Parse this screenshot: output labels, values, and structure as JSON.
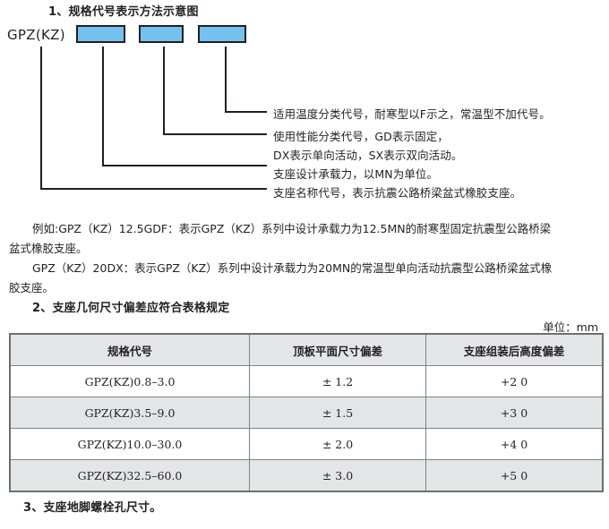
{
  "sections": {
    "s1_heading": "1、规格代号表示方法示意图",
    "s2_heading": "2、支座几何尺寸偏差应符合表格规定",
    "s3_heading": "3、支座地脚螺栓孔尺寸。"
  },
  "diagram": {
    "code_label": "GPZ(KZ)",
    "slots": [
      {
        "name": "slot-capacity"
      },
      {
        "name": "slot-performance"
      },
      {
        "name": "slot-temperature"
      }
    ],
    "annotations": [
      "适用温度分类代号，耐寒型以F示之，常温型不加代号。",
      "使用性能分类代号，GD表示固定，",
      "DX表示单向活动，SX表示双向活动。",
      "支座设计承载力，以MN为单位。",
      "支座名称代号，表示抗震公路桥梁盆式橡胶支座。"
    ]
  },
  "examples": {
    "line1": "例如:GPZ（KZ）12.5GDF：表示GPZ（KZ）系列中设计承载力为12.5MN的耐寒型固定抗震型公路桥梁",
    "line2": "盆式橡胶支座。",
    "line3": "GPZ（KZ）20DX：表示GPZ（KZ）系列中设计承载力为20MN的常温型单向活动抗震型公路桥梁盆式橡",
    "line4": "胶支座。"
  },
  "table": {
    "unit_label": "单位：mm",
    "headers": [
      "规格代号",
      "顶板平面尺寸偏差",
      "支座组装后高度偏差"
    ],
    "rows": [
      [
        "GPZ(KZ)0.8–3.0",
        "± 1.2",
        "+2 0"
      ],
      [
        "GPZ(KZ)3.5–9.0",
        "± 1.5",
        "+3 0"
      ],
      [
        "GPZ(KZ)10.0–30.0",
        "± 2.0",
        "+4 0"
      ],
      [
        "GPZ(KZ)32.5–60.0",
        "± 3.0",
        "+5 0"
      ]
    ]
  },
  "colors": {
    "slot_fill": "#74c1ee",
    "line": "#231f20",
    "table_header_bg": "#e4e5e7",
    "table_border": "#808285"
  }
}
